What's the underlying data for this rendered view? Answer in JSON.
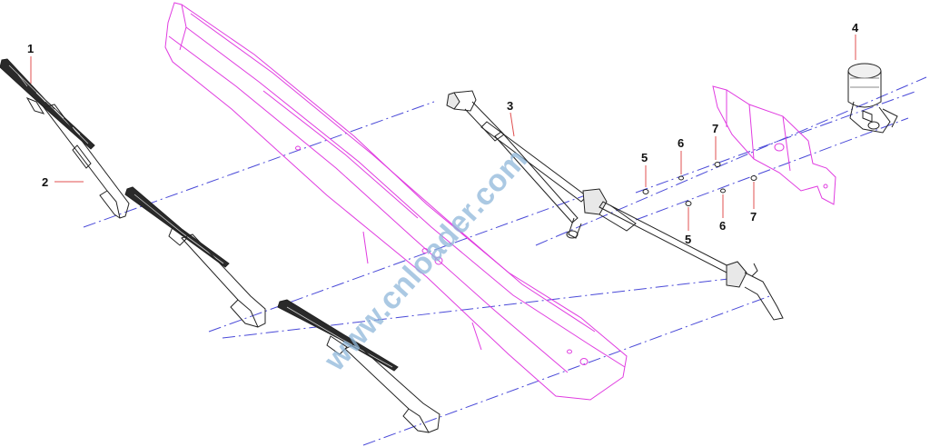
{
  "diagram": {
    "callouts": [
      {
        "id": "c1",
        "label": "1"
      },
      {
        "id": "c2",
        "label": "2"
      },
      {
        "id": "c3",
        "label": "3"
      },
      {
        "id": "c4",
        "label": "4"
      },
      {
        "id": "c5a",
        "label": "5"
      },
      {
        "id": "c5b",
        "label": "5"
      },
      {
        "id": "c6a",
        "label": "6"
      },
      {
        "id": "c6b",
        "label": "6"
      },
      {
        "id": "c7a",
        "label": "7"
      },
      {
        "id": "c7b",
        "label": "7"
      }
    ],
    "watermark": "www.cnloader.com",
    "colors": {
      "body_panel": "#e03ce0",
      "part_lines": "#222222",
      "centerlines": "#4a4ad8",
      "leader_lines": "#e05050",
      "watermark": "#8fb7d9"
    }
  }
}
